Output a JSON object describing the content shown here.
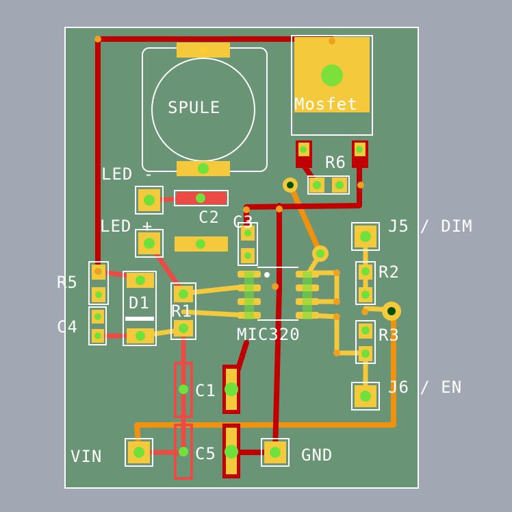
{
  "board": {
    "background_color": "#a2a8b3",
    "board_color": "#6a9476",
    "trace_top_color": "#c00000",
    "trace_red_color": "#ec4a45",
    "trace_orange_color": "#f0920e",
    "trace_yellow_color": "#f4c93c",
    "pad_color": "#f4c93c",
    "via_color": "#ffcc33",
    "drill_color": "#6fe13a",
    "silkscreen_color": "#ffffff"
  },
  "labels": {
    "spule": "SPULE",
    "mosfet": "Mosfet",
    "led_minus": "LED -",
    "led_plus": "LED +",
    "c2": "C2",
    "c3": "C3",
    "r6": "R6",
    "j5": "J5 / DIM",
    "r2": "R2",
    "r3": "R3",
    "r5": "R5",
    "d1": "D1",
    "c4": "C4",
    "r1": "R1",
    "mic": "MIC320",
    "c1": "C1",
    "c5": "C5",
    "j6": "J6 / EN",
    "vin": "VIN",
    "gnd": "GND"
  }
}
